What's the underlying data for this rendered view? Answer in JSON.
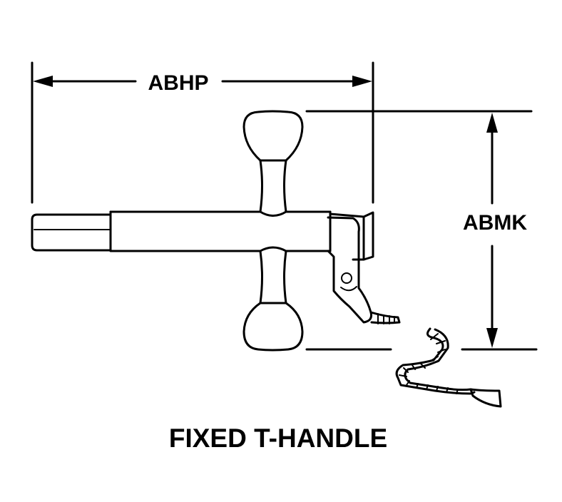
{
  "dimensions": {
    "width_label": "ABHP",
    "height_label": "ABMK"
  },
  "caption": "FIXED T-HANDLE"
}
